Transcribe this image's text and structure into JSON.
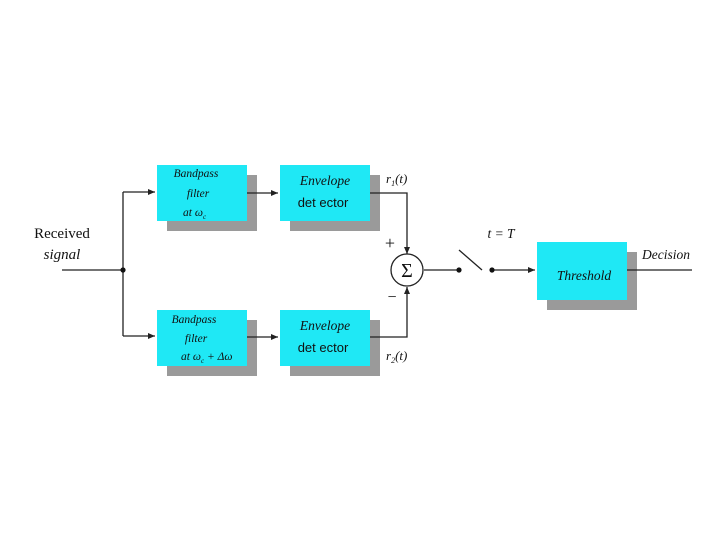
{
  "colors": {
    "block_fill": "#1fe8f5",
    "block_shadow": "#9a9a9a",
    "line": "#222222"
  },
  "input": {
    "label_line1": "Received",
    "label_line2": "signal"
  },
  "upper_branch": {
    "filter_line1": "Bandpass",
    "filter_line2": "filter",
    "filter_line3": "at  ω",
    "filter_line3_sub": "c",
    "detector_line1": "Envelope",
    "detector_line2": "det ector",
    "output_label": "r",
    "output_sub": "1",
    "output_arg": "(t)"
  },
  "lower_branch": {
    "filter_line1": "Bandpass",
    "filter_line2": "filter",
    "filter_line3": "at  ω",
    "filter_line3_sub": "c",
    "filter_line3_suffix": " + Δω",
    "detector_line1": "Envelope",
    "detector_line2": "det ector",
    "output_label": "r",
    "output_sub": "2",
    "output_arg": "(t)"
  },
  "summer": {
    "symbol": "Σ",
    "plus": "+",
    "minus": "−"
  },
  "switch": {
    "label": "t = T"
  },
  "threshold": {
    "label": "Threshold"
  },
  "output": {
    "label": "Decision"
  }
}
